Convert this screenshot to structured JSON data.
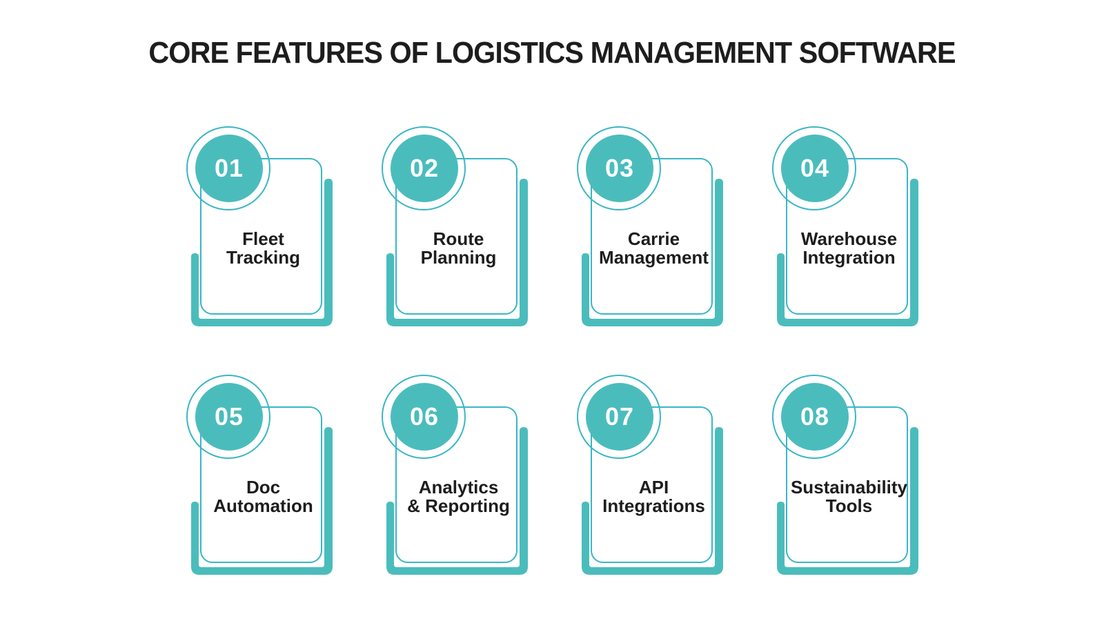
{
  "title": "CORE FEATURES OF LOGISTICS MANAGEMENT SOFTWARE",
  "colors": {
    "teal": "#4bbcbc",
    "stroke": "#39b6c5",
    "ink": "#1d1d1d",
    "bg": "#ffffff"
  },
  "cards": [
    {
      "number": "01",
      "label": "Fleet\nTracking"
    },
    {
      "number": "02",
      "label": "Route\nPlanning"
    },
    {
      "number": "03",
      "label": "Carrie\nManagement"
    },
    {
      "number": "04",
      "label": "Warehouse\nIntegration"
    },
    {
      "number": "05",
      "label": "Doc\nAutomation"
    },
    {
      "number": "06",
      "label": "Analytics\n& Reporting"
    },
    {
      "number": "07",
      "label": "API\nIntegrations"
    },
    {
      "number": "08",
      "label": "Sustainability\nTools"
    }
  ]
}
